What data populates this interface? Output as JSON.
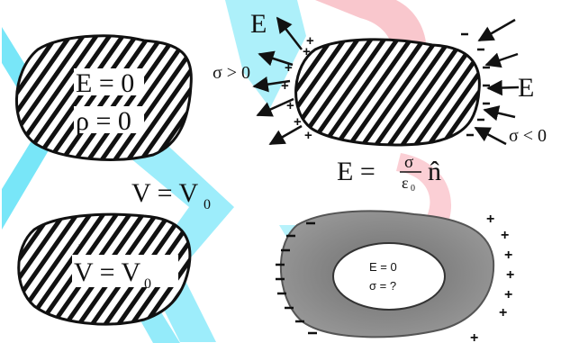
{
  "colors": {
    "ink": "#111111",
    "watermark_cyan": "#22d7f2",
    "watermark_red": "#f7a6b0",
    "shell_gray": "#8a8a8a"
  },
  "panel_top_left": {
    "e_label": "E = 0",
    "rho_label": "ρ = 0"
  },
  "panel_top_right": {
    "e_field_label_left": "E",
    "e_field_label_right": "E",
    "sigma_pos_label": "σ > 0",
    "sigma_neg_label": "σ < 0",
    "formula": {
      "lhs": "E =",
      "numerator": "σ",
      "denominator": "ε",
      "denominator_sub": "0",
      "unit_vector": "n̂"
    }
  },
  "panel_bottom_left": {
    "outer_label": "V = V",
    "outer_sub": "0",
    "inner_label": "V = V",
    "inner_sub": "0"
  },
  "panel_bottom_right": {
    "cavity_e_label": "E = 0",
    "cavity_sigma_label": "σ = ?"
  }
}
